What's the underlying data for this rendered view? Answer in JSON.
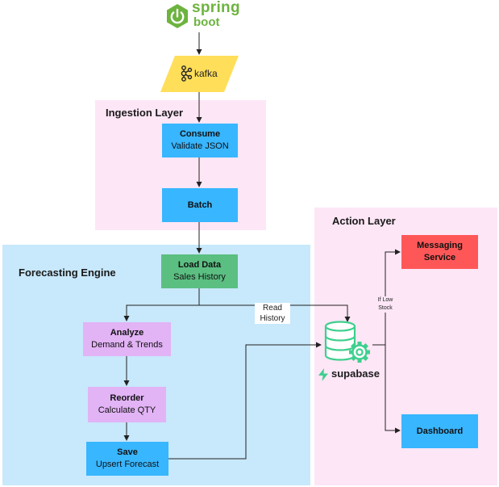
{
  "colors": {
    "ingestion_bg": "#fde6f6",
    "forecast_bg": "#c8e8fb",
    "action_bg": "#fde6f6",
    "blue_node": "#38b6ff",
    "green_node": "#5bbf82",
    "purple_node": "#e2b3f5",
    "red_node": "#ff5757",
    "kafka_yellow": "#ffde59",
    "spring_green": "#6db33f",
    "supabase_green": "#3ecf8e",
    "line": "#222222"
  },
  "logos": {
    "spring": {
      "word1": "spring",
      "word2": "boot"
    },
    "kafka": {
      "word": "kafka"
    },
    "supabase": {
      "word": "supabase"
    }
  },
  "regions": {
    "ingestion": {
      "title": "Ingestion Layer"
    },
    "forecasting": {
      "title": "Forecasting Engine"
    },
    "action": {
      "title": "Action Layer"
    }
  },
  "nodes": {
    "consume": {
      "title": "Consume",
      "subtitle": "Validate JSON"
    },
    "batch": {
      "title": "Batch"
    },
    "load_data": {
      "title": "Load Data",
      "subtitle": "Sales History"
    },
    "analyze": {
      "title": "Analyze",
      "subtitle": "Demand & Trends"
    },
    "reorder": {
      "title": "Reorder",
      "subtitle": "Calculate QTY"
    },
    "save": {
      "title": "Save",
      "subtitle": "Upsert Forecast"
    },
    "messaging": {
      "title": "Messaging Service"
    },
    "dashboard": {
      "title": "Dashboard"
    }
  },
  "edge_labels": {
    "read_history_1": "Read",
    "read_history_2": "History",
    "low_stock_1": "If Low",
    "low_stock_2": "Stock"
  }
}
